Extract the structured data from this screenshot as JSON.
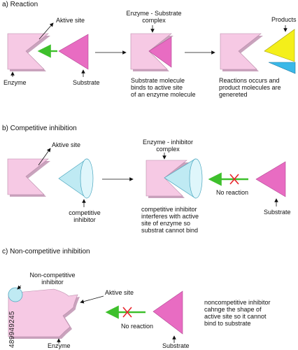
{
  "sections": {
    "reaction": {
      "title": "a) Reaction",
      "active_site": "Aktive site",
      "enzyme": "Enzyme",
      "substrate": "Substrate",
      "complex_line1": "Enzyme - Substrate",
      "complex_line2": "complex",
      "products": "Products",
      "caption1": [
        "Substrate molecule",
        "binds to active site",
        "of an enzyme molecule"
      ],
      "caption2": [
        "Reactions occurs and",
        "product molecules are",
        "genereted"
      ]
    },
    "competitive": {
      "title": "b) Competitive inhibition",
      "active_site": "Aktive site",
      "inhibitor": [
        "competitive",
        "inhibitor"
      ],
      "complex_line1": "Enzyme -  inhibitor",
      "complex_line2": "complex",
      "no_reaction": "No reaction",
      "substrate": "Substrate",
      "caption": [
        "competitive inhibitor",
        "interferes with active",
        "site of enzyme so",
        "substrat cannot bind"
      ]
    },
    "noncompetitive": {
      "title": "c) Non-competitive inhibition",
      "inhibitor": [
        "Non-competitive",
        "inhibitor"
      ],
      "active_site": "Aktive site",
      "no_reaction": "No reaction",
      "enzyme": "Enzyme",
      "substrate": "Substrate",
      "caption": [
        "noncompetitive inhibitor",
        "cahnge the shape of",
        "active site so it cannot",
        "bind to substrate"
      ]
    }
  },
  "watermark": "489949245",
  "colors": {
    "enzyme": "#f6c9e4",
    "substrate": "#e86cc2",
    "inhibitor": "#bfeaf3",
    "product_yellow": "#f4ef1a",
    "product_blue": "#3ab8e8",
    "green_arrow": "#3ec02c",
    "red_cross": "#e8242c"
  }
}
